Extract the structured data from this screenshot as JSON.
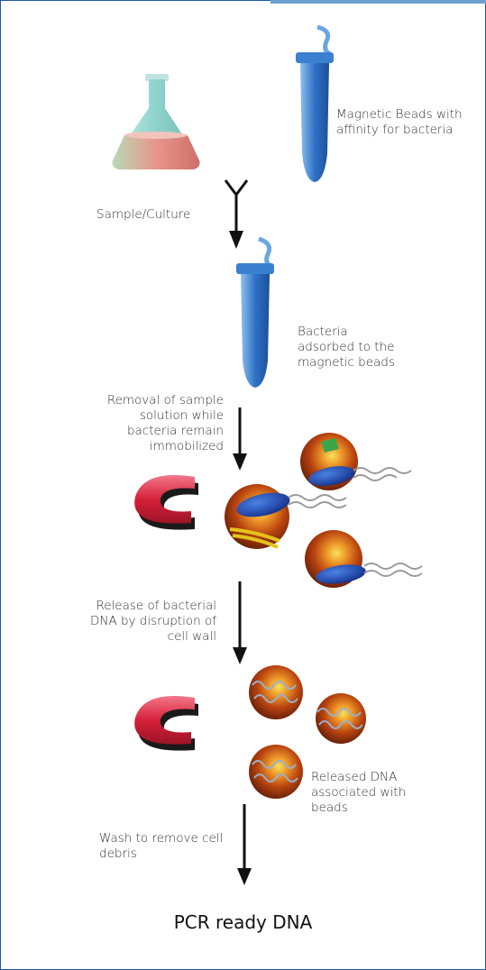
{
  "labels": {
    "magnetic_beads": "Magnetic Beads with affinity for bacteria",
    "sample_culture": "Sample/Culture",
    "bacteria_adsorbed": "Bacteria adsorbed to the magnetic beads",
    "removal": "Removal of sample solution while bacteria remain immobilized",
    "release": "Release of bacterial DNA by disruption of cell wall",
    "released_dna": "Released DNA associated with beads",
    "wash": "Wash to remove cell debris",
    "result": "PCR ready DNA"
  },
  "colors": {
    "background": "#ffffff",
    "page_border": "#1e5aa0",
    "tube": "#2e6fc0",
    "magnet": "#d8283c",
    "bead": "#b84a12",
    "bacterium": "#1f4fc0",
    "dna": "#9ab0c8"
  },
  "icons": [
    "flask-icon",
    "tube-icon",
    "magnet-icon",
    "bead-icon",
    "bacterium-icon",
    "arrow-down-icon"
  ]
}
